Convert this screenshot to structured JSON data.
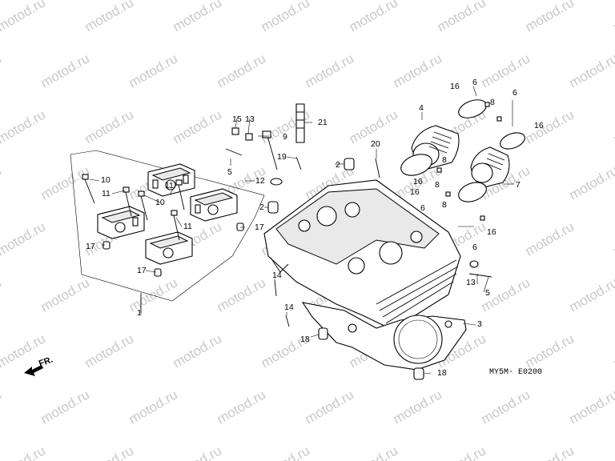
{
  "watermark": "motod.ru",
  "direction_label": "FR.",
  "diagram_code": "MY5M- E0200",
  "callouts": [
    "1",
    "2",
    "2",
    "3",
    "4",
    "5",
    "5",
    "6",
    "6",
    "6",
    "6",
    "7",
    "8",
    "8",
    "8",
    "8",
    "9",
    "10",
    "10",
    "11",
    "11",
    "11",
    "12",
    "13",
    "13",
    "14",
    "14",
    "15",
    "16",
    "16",
    "16",
    "16",
    "16",
    "17",
    "17",
    "17",
    "18",
    "18",
    "19",
    "20",
    "21"
  ]
}
